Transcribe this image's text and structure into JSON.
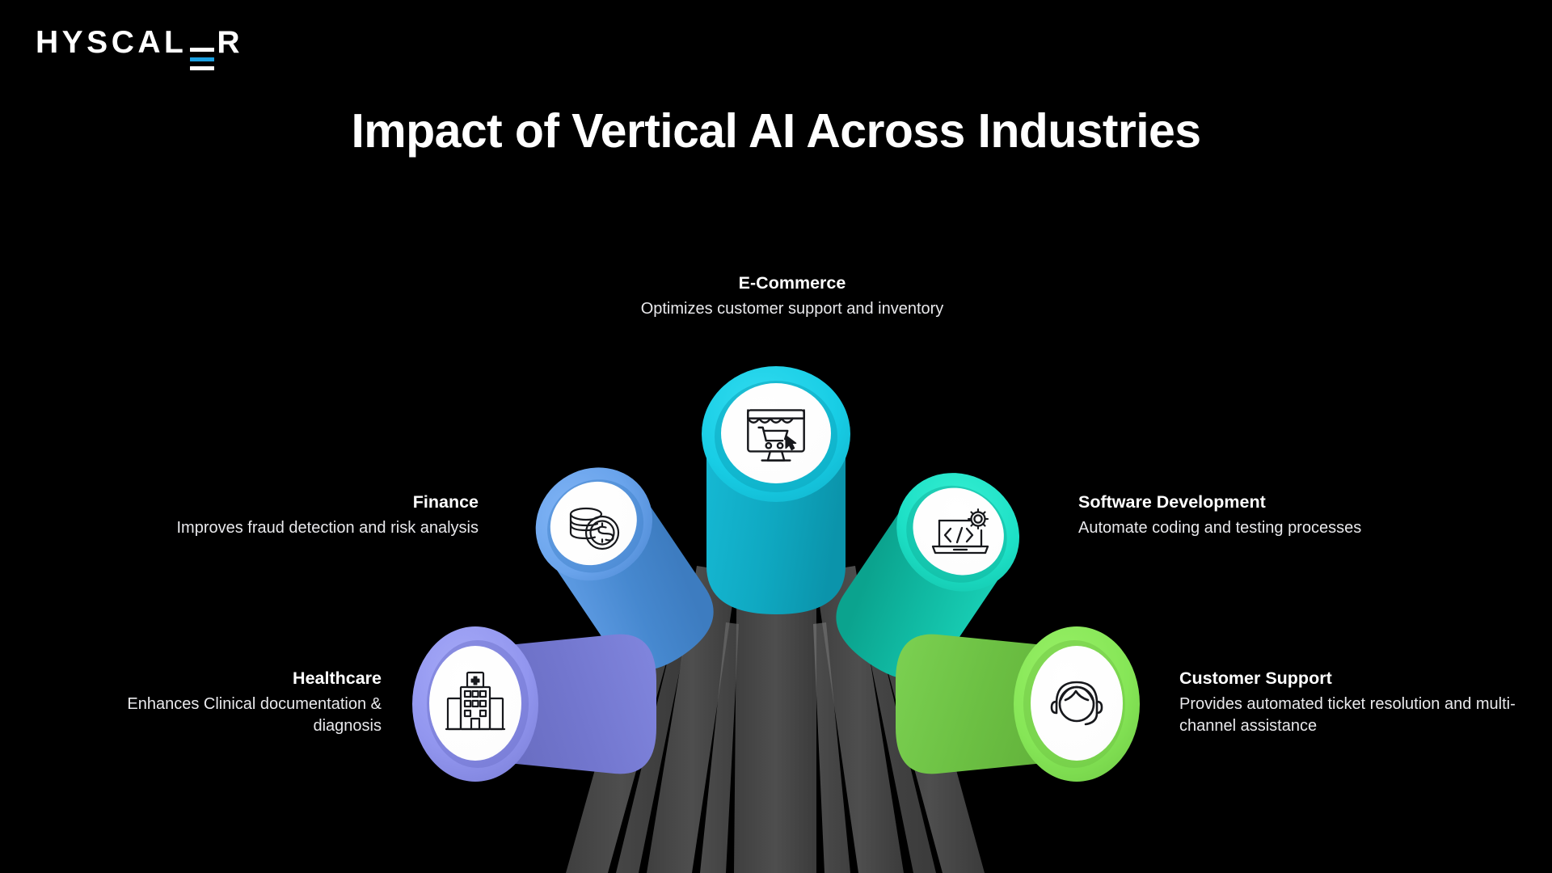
{
  "brand": {
    "name": "HYSCALER",
    "part_before_e": "HYSCAL",
    "part_after_e": "R",
    "accent_color": "#1a9fe0",
    "text_color": "#ffffff"
  },
  "header": {
    "title": "Impact of Vertical AI Across Industries"
  },
  "background_color": "#000000",
  "diagram": {
    "type": "radial-petal-infographic",
    "stem_color": "#4a4a4a",
    "stem_highlight_color": "#8c8c8c",
    "nodes": [
      {
        "id": "finance",
        "title": "Finance",
        "description": "Improves fraud detection and risk analysis",
        "icon": "coins-dollar-icon",
        "color": "#4f90d8",
        "rim_color": "#6aa8ee",
        "body_color": "#4186cc",
        "label_align": "right"
      },
      {
        "id": "ecommerce",
        "title": "E-Commerce",
        "description": "Optimizes customer support and inventory",
        "icon": "storefront-monitor-cart-icon",
        "color": "#12b5cf",
        "rim_color": "#19d3e8",
        "body_color": "#0fa7c2",
        "label_align": "center"
      },
      {
        "id": "software",
        "title": "Software Development",
        "description": "Automate coding and testing processes",
        "icon": "laptop-code-gear-icon",
        "color": "#14c9b0",
        "rim_color": "#1fdcc4",
        "body_color": "#0fb8a3",
        "label_align": "left"
      },
      {
        "id": "healthcare",
        "title": "Healthcare",
        "description": "Enhances Clinical documentation & diagnosis",
        "icon": "hospital-building-icon",
        "color": "#7b7fd8",
        "rim_color": "#9296ef",
        "body_color": "#6f73cd",
        "label_align": "right"
      },
      {
        "id": "support",
        "title": "Customer Support",
        "description": "Provides automated ticket resolution and multi-channel assistance",
        "icon": "headset-agent-icon",
        "color": "#74cc4b",
        "rim_color": "#86e657",
        "body_color": "#6cc042",
        "label_align": "left"
      }
    ]
  }
}
